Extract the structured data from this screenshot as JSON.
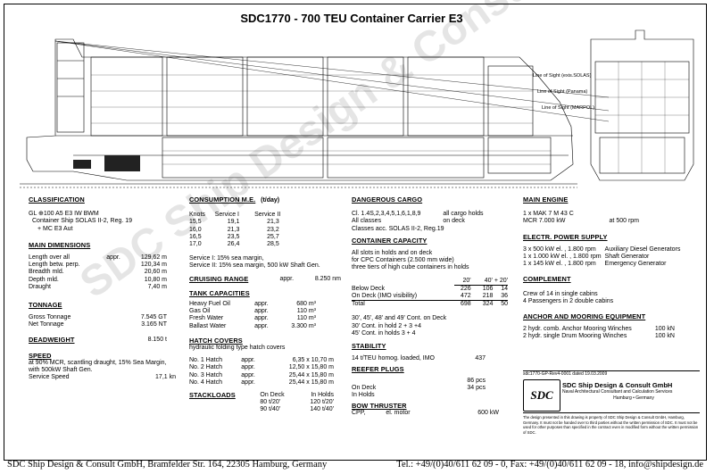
{
  "title": "SDC1770 - 700 TEU Container Carrier E3",
  "classification": {
    "head": "CLASSIFICATION",
    "lines": [
      "GL ⊕100 A5 E3 IW BWM",
      "Container Ship SOLAS II-2, Reg. 19",
      "+ MC E3 Aut"
    ]
  },
  "main_dimensions": {
    "head": "MAIN DIMENSIONS",
    "rows": [
      [
        "Length over all",
        "appr.",
        "129,62 m"
      ],
      [
        "Length betw. perp.",
        "",
        "120,34 m"
      ],
      [
        "Breadth mld.",
        "",
        "20,60 m"
      ],
      [
        "Depth mld.",
        "",
        "10,80 m"
      ],
      [
        "Draught",
        "",
        "7,40 m"
      ]
    ]
  },
  "tonnage": {
    "head": "TONNAGE",
    "rows": [
      [
        "Gross Tonnage",
        "",
        "7.545 GT"
      ],
      [
        "Net Tonnage",
        "",
        "3.165 NT"
      ]
    ]
  },
  "deadweight": {
    "head": "DEADWEIGHT",
    "value": "8.150 t"
  },
  "speed": {
    "head": "SPEED",
    "lines": [
      "at 90% MCR, scantling draught, 15% Sea Margin,",
      "with 500kW Shaft Gen."
    ],
    "label": "Service Speed",
    "value": "17,1 kn"
  },
  "consumption": {
    "head": "CONSUMPTION M.E.",
    "unit": "(t/day)",
    "cols": [
      "Knots",
      "Service I",
      "Service II"
    ],
    "rows": [
      [
        "15,5",
        "19,1",
        "21,3"
      ],
      [
        "16,0",
        "21,3",
        "23,2"
      ],
      [
        "16,5",
        "23,5",
        "25,7"
      ],
      [
        "17,0",
        "26,4",
        "28,5"
      ]
    ],
    "notes": [
      "Service I: 15% sea margin,",
      "Service II: 15% sea margin, 500 kW Shaft Gen."
    ]
  },
  "cruising": {
    "head": "CRUISING RANGE",
    "appr": "appr.",
    "value": "8.250 nm"
  },
  "tanks": {
    "head": "TANK CAPACITIES",
    "rows": [
      [
        "Heavy Fuel Oil",
        "appr.",
        "680 m³"
      ],
      [
        "Gas Oil",
        "appr.",
        "110 m³"
      ],
      [
        "Fresh Water",
        "appr.",
        "110 m³"
      ],
      [
        "Ballast Water",
        "appr.",
        "3.300 m³"
      ]
    ]
  },
  "hatch": {
    "head": "HATCH COVERS",
    "sub": "hydraulic folding type hatch covers",
    "rows": [
      [
        "No. 1 Hatch",
        "appr.",
        "6,35 x 10,70 m"
      ],
      [
        "No. 2 Hatch",
        "appr.",
        "12,50 x 15,80 m"
      ],
      [
        "No. 3 Hatch",
        "appr.",
        "25,44 x 15,80 m"
      ],
      [
        "No. 4 Hatch",
        "appr.",
        "25,44 x 15,80 m"
      ]
    ]
  },
  "stackloads": {
    "head": "STACKLOADS",
    "cols": [
      "On Deck",
      "In Holds"
    ],
    "rows": [
      [
        "80 t/20'",
        "120 t/20'"
      ],
      [
        "90 t/40'",
        "140 t/40'"
      ]
    ]
  },
  "dangerous": {
    "head": "DANGEROUS CARGO",
    "rows": [
      [
        "Cl. 1.4S,2,3,4,5,1,6,1,8,9",
        "all cargo holds"
      ],
      [
        "All classes",
        "on deck"
      ]
    ],
    "line": "Classes acc. SOLAS II-2, Reg.19"
  },
  "container": {
    "head": "CONTAINER CAPACITY",
    "lines": [
      "All slots in holds and on deck",
      "for CPC Containers (2.500 mm wide)",
      "three tiers of high cube containers in holds"
    ],
    "cols": [
      "20'",
      "40' + 20'"
    ],
    "rows": [
      [
        "Below Deck",
        "226",
        "106",
        "14"
      ],
      [
        "On Deck (IMO visibility)",
        "472",
        "218",
        "36"
      ],
      [
        "Total",
        "698",
        "324",
        "50"
      ]
    ],
    "notes": [
      "30', 45', 48' and 49' Cont. on Deck",
      "30' Cont. in hold 2 + 3 +4",
      "45' Cont. in holds 3 + 4"
    ]
  },
  "stability": {
    "head": "STABILITY",
    "label": "14 t/TEU homog. loaded, IMO",
    "value": "437"
  },
  "reefer": {
    "head": "REEFER PLUGS",
    "rows": [
      [
        "",
        "86 pcs"
      ],
      [
        "On Deck",
        "34 pcs"
      ],
      [
        "In Holds",
        ""
      ]
    ]
  },
  "bow": {
    "head": "BOW THRUSTER",
    "label": "CPP,",
    "motor": "el. motor",
    "value": "600 kW"
  },
  "engine": {
    "head": "MAIN ENGINE",
    "rows": [
      [
        "1 x MAK 7 M 43 C",
        ""
      ],
      [
        "MCR  7.000 kW",
        "at 500 rpm"
      ]
    ]
  },
  "power": {
    "head": "ELECTR. POWER SUPPLY",
    "rows": [
      [
        "3 x   500 kW el. , 1.800 rpm",
        "Auxiliary Diesel Generators"
      ],
      [
        "1 x 1.000 kW el. , 1.800 rpm",
        "Shaft Generator"
      ],
      [
        "1 x   145 kW el. , 1.800 rpm",
        "Emergency Generator"
      ]
    ]
  },
  "complement": {
    "head": "COMPLEMENT",
    "lines": [
      "Crew of 14 in single cabins",
      "4 Passengers in 2 double cabins"
    ]
  },
  "anchor": {
    "head": "ANCHOR AND MOORING EQUIPMENT",
    "rows": [
      [
        "2 hydr. comb. Anchor Mooring Winches",
        "100 kN"
      ],
      [
        "2 hydr. single Drum Mooring Winches",
        "100 kN"
      ]
    ]
  },
  "sdc": {
    "logo": "SDC",
    "name": "SDC  Ship Design & Consult GmbH",
    "sub1": "Naval Architectural Consultant and Calculation Services",
    "sub2": "Hamburg • Germany",
    "code": "sdc1770-GP-Rev4-0001   dated 19.03.2009",
    "legal": "The design presented in this drawing is property of SDC Ship Design & Consult GmbH, Hamburg, Germany. It must not be handed over to third parties without the written permission of SDC. It must not be used for other purposes than specified in the contract even in modified form without the written permission of SDC."
  },
  "drawing_labels": {
    "los1": "Line of Sight (exis.SOLAS)",
    "los2": "Line of Sight (Panama)",
    "los3": "Line of Sight (MARPOL)"
  },
  "watermark": "SDC Ship Design & Consult GmbH",
  "footer": {
    "left": "SDC Ship Design & Consult GmbH, Bramfelder Str. 164, 22305 Hamburg, Germany",
    "right": "Tel.: +49/(0)40/611 62 09 - 0, Fax: +49/(0)40/611 62 09 - 18, info@shipdesign.de"
  }
}
